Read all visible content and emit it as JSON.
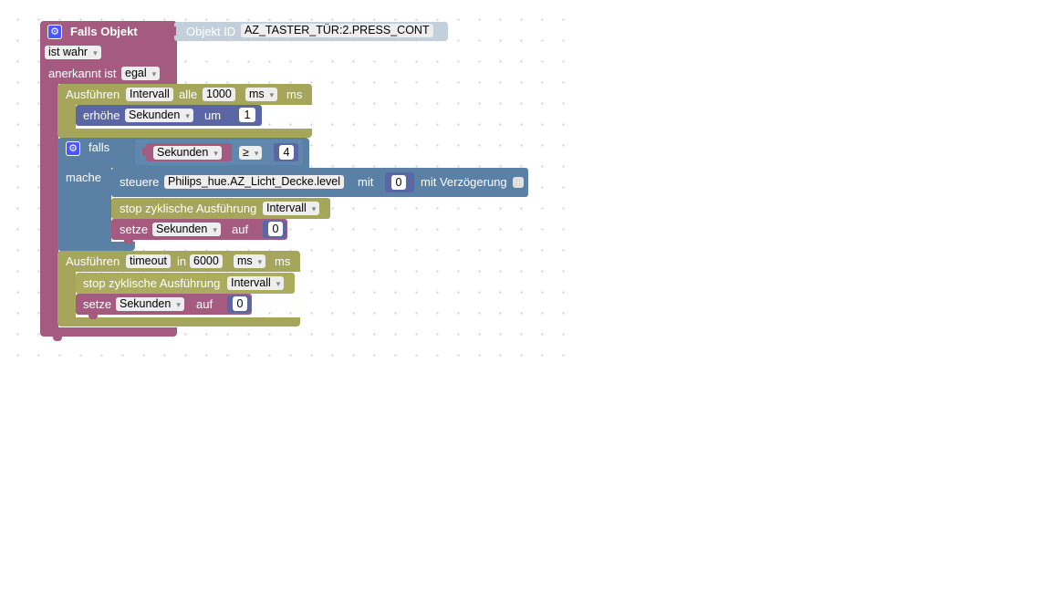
{
  "trigger": {
    "title": "Falls Objekt",
    "object_id_label": "Objekt ID",
    "object_id_value": "AZ_TASTER_TÜR:2.PRESS_CONT",
    "condition": "ist wahr",
    "ack_label": "anerkannt ist",
    "ack_value": "egal"
  },
  "interval": {
    "run_label": "Ausführen",
    "name": "Intervall",
    "every_label": "alle",
    "value": "1000",
    "unit_select": "ms",
    "unit_suffix": "ms",
    "increment_label": "erhöhe",
    "increment_var": "Sekunden",
    "by_label": "um",
    "by_value": "1"
  },
  "if_block": {
    "if_label": "falls",
    "do_label": "mache",
    "var": "Sekunden",
    "operator": "≥",
    "compare_value": "4",
    "control_label": "steuere",
    "control_target": "Philips_hue.AZ_Licht_Decke.level",
    "with_label": "mit",
    "with_value": "0",
    "delay_label": "mit Verzögerung",
    "stop_label": "stop zyklische Ausführung",
    "stop_target": "Intervall",
    "set_label": "setze",
    "set_var": "Sekunden",
    "to_label": "auf",
    "set_value": "0"
  },
  "timeout": {
    "run_label": "Ausführen",
    "name": "timeout",
    "in_label": "in",
    "value": "6000",
    "unit_select": "ms",
    "unit_suffix": "ms",
    "stop_label": "stop zyklische Ausführung",
    "stop_target": "Intervall",
    "set_label": "setze",
    "set_var": "Sekunden",
    "to_label": "auf",
    "set_value": "0"
  },
  "colors": {
    "event": "#a55b80",
    "timer": "#a5a55b",
    "logic": "#5b80a5",
    "math": "#5b67a5",
    "object_id": "#c3d0dc",
    "gear": "#4a57ff"
  },
  "icons": {
    "mutator": "gear-icon",
    "dropdown": "triangle-down-icon"
  }
}
